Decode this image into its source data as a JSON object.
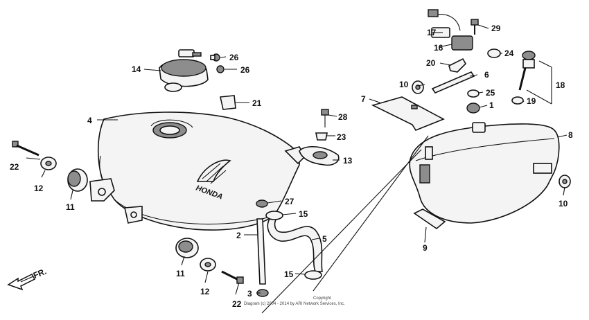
{
  "diagram": {
    "callouts": [
      {
        "id": "c1",
        "text": "1"
      },
      {
        "id": "c2",
        "text": "2"
      },
      {
        "id": "c3",
        "text": "3"
      },
      {
        "id": "c4",
        "text": "4"
      },
      {
        "id": "c5",
        "text": "5"
      },
      {
        "id": "c6",
        "text": "6"
      },
      {
        "id": "c7",
        "text": "7"
      },
      {
        "id": "c8",
        "text": "8"
      },
      {
        "id": "c9",
        "text": "9"
      },
      {
        "id": "c10a",
        "text": "10"
      },
      {
        "id": "c10b",
        "text": "10"
      },
      {
        "id": "c11a",
        "text": "11"
      },
      {
        "id": "c11b",
        "text": "11"
      },
      {
        "id": "c12a",
        "text": "12"
      },
      {
        "id": "c12b",
        "text": "12"
      },
      {
        "id": "c13",
        "text": "13"
      },
      {
        "id": "c14",
        "text": "14"
      },
      {
        "id": "c15a",
        "text": "15"
      },
      {
        "id": "c15b",
        "text": "15"
      },
      {
        "id": "c16",
        "text": "16"
      },
      {
        "id": "c17",
        "text": "17"
      },
      {
        "id": "c18",
        "text": "18"
      },
      {
        "id": "c19",
        "text": "19"
      },
      {
        "id": "c20",
        "text": "20"
      },
      {
        "id": "c21",
        "text": "21"
      },
      {
        "id": "c22a",
        "text": "22"
      },
      {
        "id": "c22b",
        "text": "22"
      },
      {
        "id": "c23",
        "text": "23"
      },
      {
        "id": "c24",
        "text": "24"
      },
      {
        "id": "c25",
        "text": "25"
      },
      {
        "id": "c26a",
        "text": "26"
      },
      {
        "id": "c26b",
        "text": "26"
      },
      {
        "id": "c27",
        "text": "27"
      },
      {
        "id": "c28",
        "text": "28"
      },
      {
        "id": "c29",
        "text": "29"
      }
    ],
    "front_marker": "FR.",
    "tank_emblem": "HONDA",
    "copyright_line1": "Copyright",
    "copyright_line2": "Diagram (c) 2004 - 2014 by ARI Network Services, Inc."
  }
}
